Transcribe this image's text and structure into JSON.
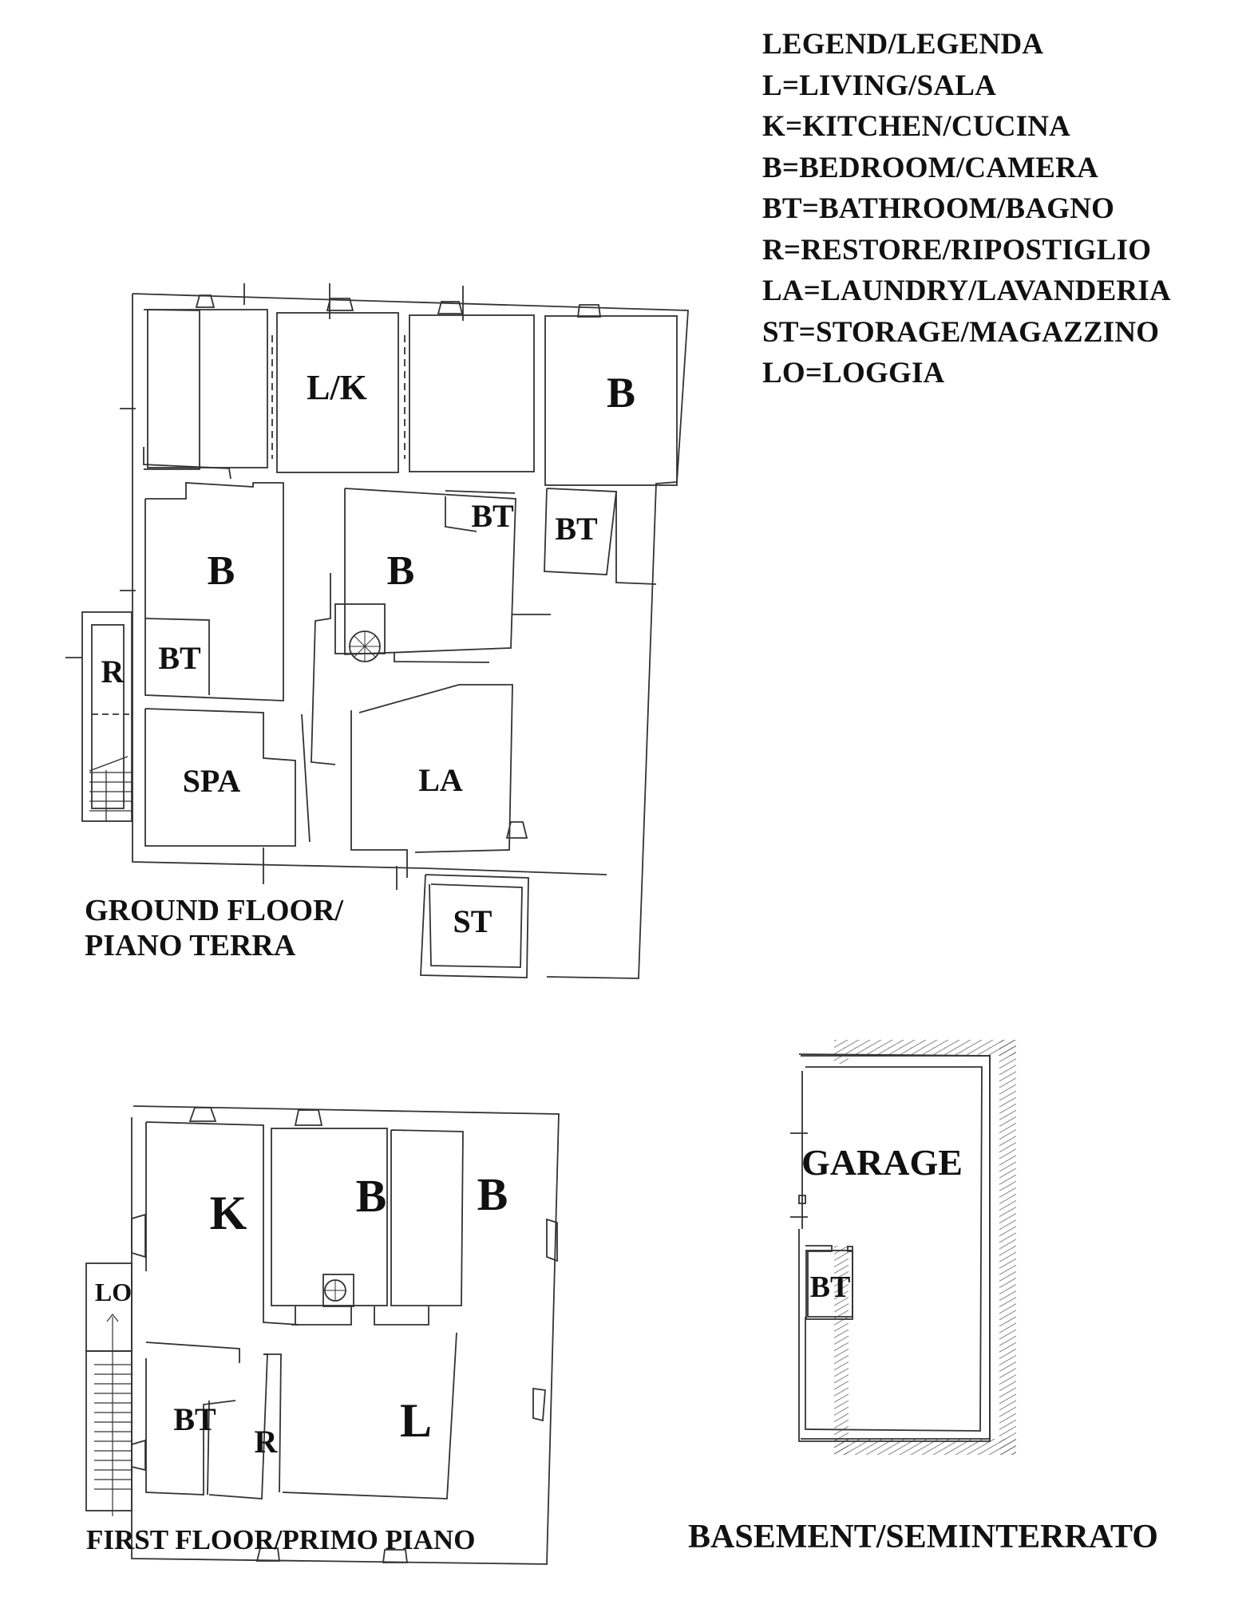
{
  "legend": {
    "title": "LEGEND/LEGENDA",
    "items": [
      {
        "code": "L",
        "text": "L=LIVING/SALA"
      },
      {
        "code": "K",
        "text": "K=KITCHEN/CUCINA"
      },
      {
        "code": "B",
        "text": "B=BEDROOM/CAMERA"
      },
      {
        "code": "BT",
        "text": "BT=BATHROOM/BAGNO"
      },
      {
        "code": "R",
        "text": "R=RESTORE/RIPOSTIGLIO"
      },
      {
        "code": "LA",
        "text": "LA=LAUNDRY/LAVANDERIA"
      },
      {
        "code": "ST",
        "text": "ST=STORAGE/MAGAZZINO"
      },
      {
        "code": "LO",
        "text": "LO=LOGGIA"
      }
    ]
  },
  "ground_floor": {
    "caption_line1": "GROUND FLOOR/",
    "caption_line2": "PIANO TERRA",
    "rooms": {
      "living_kitchen": "L/K",
      "bedroom_ne": "B",
      "bedroom_w": "B",
      "bedroom_c": "B",
      "bath_c": "BT",
      "bath_e": "BT",
      "bath_w": "BT",
      "restore": "R",
      "spa": "SPA",
      "laundry": "LA",
      "storage": "ST"
    }
  },
  "first_floor": {
    "caption": "FIRST FLOOR/PRIMO PIANO",
    "rooms": {
      "kitchen": "K",
      "bedroom_1": "B",
      "bedroom_2": "B",
      "loggia": "LO",
      "bath": "BT",
      "restore": "R",
      "living": "L"
    }
  },
  "basement": {
    "caption": "BASEMENT/SEMINTERRATO",
    "rooms": {
      "garage": "GARAGE",
      "bath": "BT"
    }
  },
  "colors": {
    "line": "#333333",
    "text": "#111111",
    "background": "#ffffff"
  }
}
